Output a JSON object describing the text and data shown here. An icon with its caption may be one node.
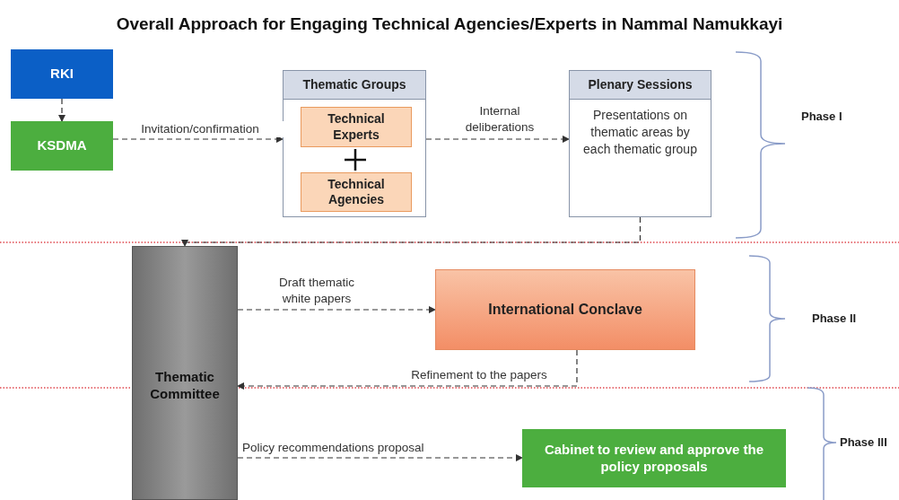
{
  "diagram": {
    "title": "Overall Approach for Engaging Technical Agencies/Experts in Nammal Namukkayi",
    "nodes": [
      {
        "text": [
          "RKI"
        ]
      },
      {
        "text": [
          "KSDMA"
        ]
      },
      {
        "text": [
          "Thematic Groups"
        ]
      },
      {
        "text": [
          "Technical Experts"
        ],
        "in": 2
      },
      {
        "text": [
          "Technical Agencies"
        ],
        "in": 2
      },
      {
        "text": [
          "Plenary Sessions",
          "Presentations on thematic areas by each thematic group"
        ]
      },
      {
        "text": [
          "Thematic Committee"
        ]
      },
      {
        "text": [
          "International Conclave"
        ]
      },
      {
        "text": [
          "Cabinet to review and approve the policy proposals"
        ]
      }
    ],
    "edges": [
      {
        "from": 0,
        "to": 1,
        "arrow": "to",
        "style": "dashed"
      },
      {
        "from": 1,
        "to": 2,
        "arrow": "to",
        "style": "dashed",
        "label": "Invitation/confirmation"
      },
      {
        "from": 2,
        "to": 5,
        "arrow": "to",
        "style": "dashed",
        "label": "Internal deliberations"
      },
      {
        "from": 5,
        "to": 6,
        "arrow": "to",
        "style": "dashed"
      },
      {
        "from": 6,
        "to": 7,
        "arrow": "to",
        "style": "dashed",
        "label": "Draft thematic white papers"
      },
      {
        "from": 7,
        "to": 6,
        "arrow": "to",
        "style": "dashed",
        "label": "Refinement to the papers"
      },
      {
        "from": 6,
        "to": 8,
        "arrow": "to",
        "style": "dashed",
        "label": "Policy recommendations proposal"
      }
    ],
    "labels": [
      "Phase I",
      "Phase II",
      "Phase III"
    ]
  }
}
